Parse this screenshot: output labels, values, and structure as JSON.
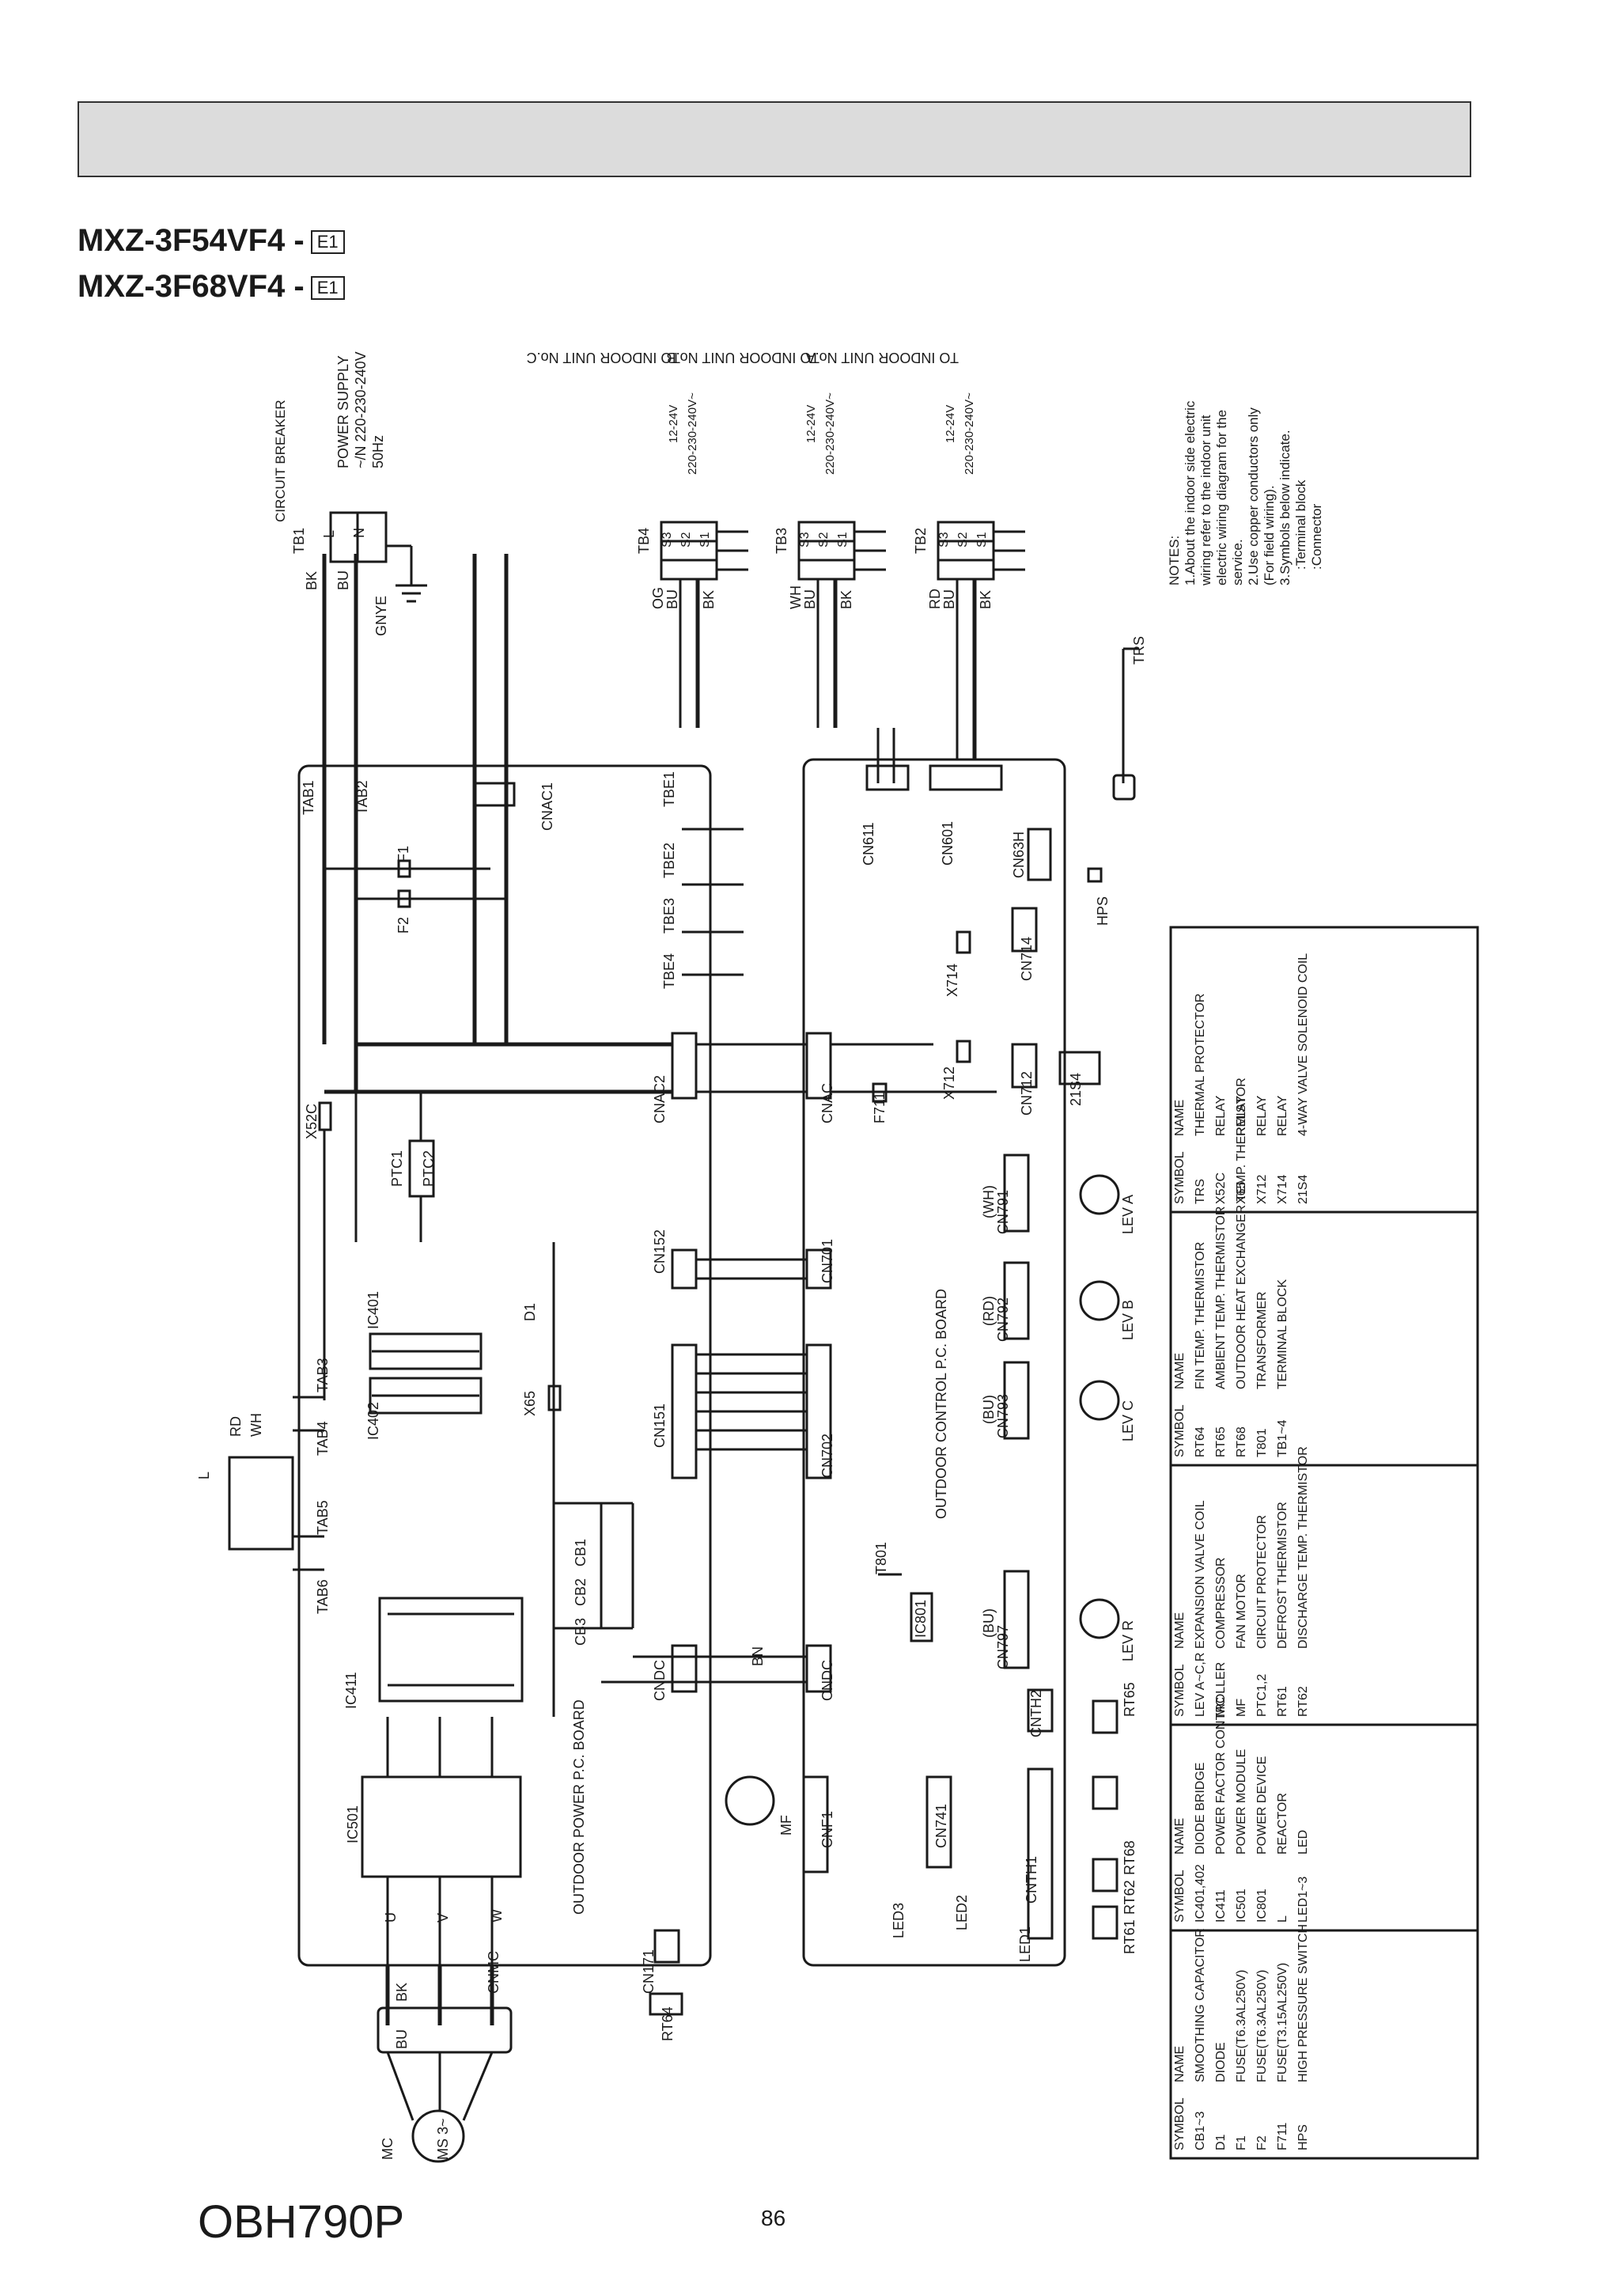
{
  "header": {
    "title": ""
  },
  "models": [
    {
      "name": "MXZ-3F54VF4 -",
      "badge": "E1"
    },
    {
      "name": "MXZ-3F68VF4 -",
      "badge": "E1"
    }
  ],
  "power": {
    "tb1": "TB1",
    "circuit_breaker": "CIRCUIT BREAKER",
    "power_supply": "POWER SUPPLY",
    "voltage": "~/N 220-230-240V",
    "frequency": "50Hz",
    "terminals": [
      "L",
      "N"
    ],
    "wires": [
      "BK",
      "BU",
      "GNYE"
    ]
  },
  "indoor_terminals": [
    {
      "block": "TB4",
      "unit": "TO INDOOR UNIT No.C",
      "wires": [
        "OG",
        "BU",
        "BK"
      ]
    },
    {
      "block": "TB3",
      "unit": "TO INDOOR UNIT No.B",
      "wires": [
        "WH",
        "BU",
        "BK"
      ]
    },
    {
      "block": "TB2",
      "unit": "TO INDOOR UNIT No.A",
      "wires": [
        "RD",
        "BU",
        "BK"
      ]
    }
  ],
  "terminal_pins": [
    "S3",
    "S2",
    "S1"
  ],
  "signal_labels": {
    "dc": "12-24V",
    "ac": "220-230-240V~"
  },
  "notes": [
    "NOTES:",
    "1.About the indoor side electric",
    "wiring refer to the indoor unit",
    "electric wiring diagram for the",
    "service.",
    "2.Use copper conductors only",
    "(For field wiring).",
    "3.Symbols below indicate.",
    ":Terminal block",
    ":Connector"
  ],
  "power_board": {
    "label": "OUTDOOR POWER P.C. BOARD",
    "labels": [
      "TAB1",
      "TAB2",
      "TAB3",
      "TAB4",
      "TAB5",
      "TAB6",
      "CNAC1",
      "CNAC2",
      "CN152",
      "CN151",
      "CNDC",
      "CN171",
      "F1",
      "F2",
      "X52C",
      "PTC1",
      "PTC2",
      "IC401",
      "IC402",
      "IC411",
      "IC501",
      "D1",
      "X65",
      "CB1",
      "CB2",
      "CB3",
      "TBE1",
      "TBE2",
      "TBE3",
      "TBE4",
      "U",
      "V",
      "W",
      "RD",
      "WH",
      "L",
      "BK",
      "BU",
      "BN",
      "CNMC",
      "RT64",
      "MC",
      "MS 3~"
    ]
  },
  "control_board": {
    "label": "OUTDOOR CONTROL P.C. BOARD",
    "labels": [
      "CN611",
      "CN601",
      "CN63H",
      "CN714",
      "CN712",
      "X714",
      "X712",
      "F711",
      "CNAC",
      "CN701",
      "CN702",
      "CNDC",
      "CNF1",
      "CN741",
      "CN791",
      "CN792",
      "CN793",
      "CN797",
      "CNTH1",
      "CNTH2",
      "LED1",
      "LED2",
      "LED3",
      "IC801",
      "T801",
      "HPS",
      "TRS",
      "21S4",
      "RT61",
      "RT62",
      "RT68",
      "RT65",
      "LEV A",
      "LEV B",
      "LEV C",
      "LEV R",
      "(WH)",
      "(RD)",
      "(BU)",
      "(BU)",
      "MF"
    ]
  },
  "legend_tables": [
    {
      "header": [
        "SYMBOL",
        "NAME"
      ],
      "rows": [
        [
          "CB1~3",
          "SMOOTHING CAPACITOR"
        ],
        [
          "D1",
          "DIODE"
        ],
        [
          "F1",
          "FUSE(T6.3AL250V)"
        ],
        [
          "F2",
          "FUSE(T6.3AL250V)"
        ],
        [
          "F711",
          "FUSE(T3.15AL250V)"
        ],
        [
          "HPS",
          "HIGH PRESSURE SWITCH"
        ]
      ]
    },
    {
      "header": [
        "SYMBOL",
        "NAME"
      ],
      "rows": [
        [
          "IC401,402",
          "DIODE BRIDGE"
        ],
        [
          "IC411",
          "POWER FACTOR CONTROLLER"
        ],
        [
          "IC501",
          "POWER MODULE"
        ],
        [
          "IC801",
          "POWER DEVICE"
        ],
        [
          "L",
          "REACTOR"
        ],
        [
          "LED1~3",
          "LED"
        ]
      ]
    },
    {
      "header": [
        "SYMBOL",
        "NAME"
      ],
      "rows": [
        [
          "LEV A~C,R",
          "EXPANSION VALVE COIL"
        ],
        [
          "MC",
          "COMPRESSOR"
        ],
        [
          "MF",
          "FAN MOTOR"
        ],
        [
          "PTC1,2",
          "CIRCUIT PROTECTOR"
        ],
        [
          "RT61",
          "DEFROST THERMISTOR"
        ],
        [
          "RT62",
          "DISCHARGE TEMP. THERMISTOR"
        ]
      ]
    },
    {
      "header": [
        "SYMBOL",
        "NAME"
      ],
      "rows": [
        [
          "RT64",
          "FIN TEMP. THERMISTOR"
        ],
        [
          "RT65",
          "AMBIENT TEMP. THERMISTOR"
        ],
        [
          "RT68",
          "OUTDOOR HEAT EXCHANGER TEMP. THERMISTOR"
        ],
        [
          "T801",
          "TRANSFORMER"
        ],
        [
          "TB1~4",
          "TERMINAL BLOCK"
        ]
      ]
    },
    {
      "header": [
        "SYMBOL",
        "NAME"
      ],
      "rows": [
        [
          "TRS",
          "THERMAL PROTECTOR"
        ],
        [
          "X52C",
          "RELAY"
        ],
        [
          "X65",
          "RELAY"
        ],
        [
          "X712",
          "RELAY"
        ],
        [
          "X714",
          "RELAY"
        ],
        [
          "21S4",
          "4-WAY VALVE SOLENOID COIL"
        ]
      ]
    }
  ],
  "footer": {
    "doc_code": "OBH790P",
    "page_number": "86"
  }
}
